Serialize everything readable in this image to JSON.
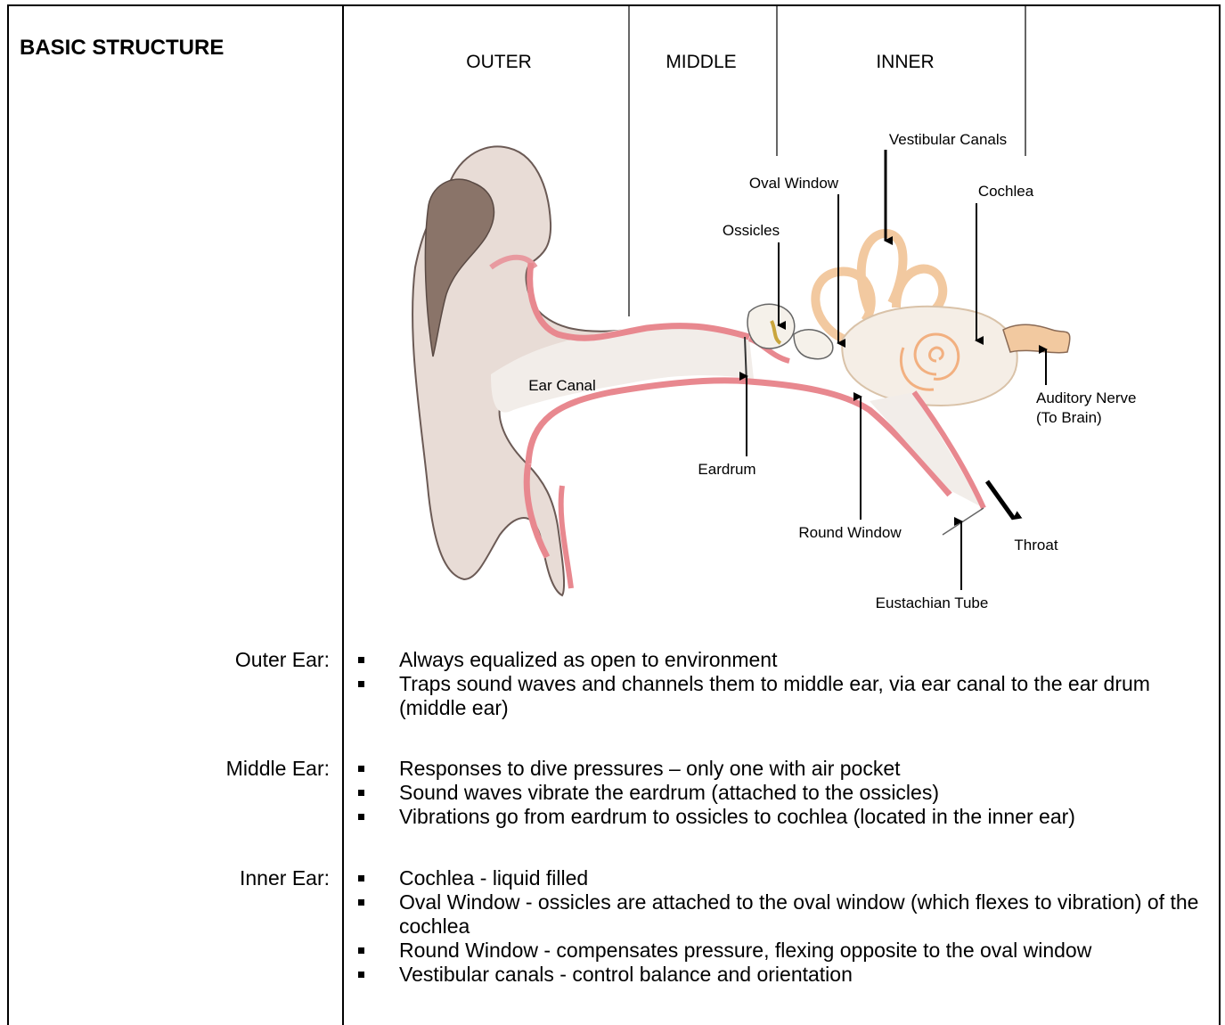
{
  "heading": "BASIC STRUCTURE",
  "diagram": {
    "sections": {
      "outer": "OUTER",
      "middle": "MIDDLE",
      "inner": "INNER"
    },
    "labels": {
      "vestibular": "Vestibular Canals",
      "oval_window": "Oval Window",
      "cochlea": "Cochlea",
      "ossicles": "Ossicles",
      "ear_canal": "Ear Canal",
      "auditory_nerve_1": "Auditory Nerve",
      "auditory_nerve_2": "(To Brain)",
      "eardrum": "Eardrum",
      "round_window": "Round Window",
      "throat": "Throat",
      "eustachian": "Eustachian Tube"
    }
  },
  "sections": [
    {
      "label": "Outer Ear:",
      "bullets": [
        "Always equalized as open to environment",
        "Traps sound waves and channels them to middle ear, via ear canal to the ear drum (middle ear)"
      ]
    },
    {
      "label": "Middle Ear:",
      "bullets": [
        "Responses to dive pressures – only one with air pocket",
        "Sound waves vibrate the eardrum (attached to the ossicles)",
        "Vibrations go from eardrum to ossicles to cochlea (located in the inner ear)"
      ]
    },
    {
      "label": "Inner Ear:",
      "bullets": [
        "Cochlea - liquid filled",
        "Oval Window - ossicles are attached to the oval window (which flexes to vibration) of the cochlea",
        "Round Window - compensates pressure, flexing opposite to the oval window",
        "Vestibular canals - control balance and orientation"
      ]
    }
  ]
}
